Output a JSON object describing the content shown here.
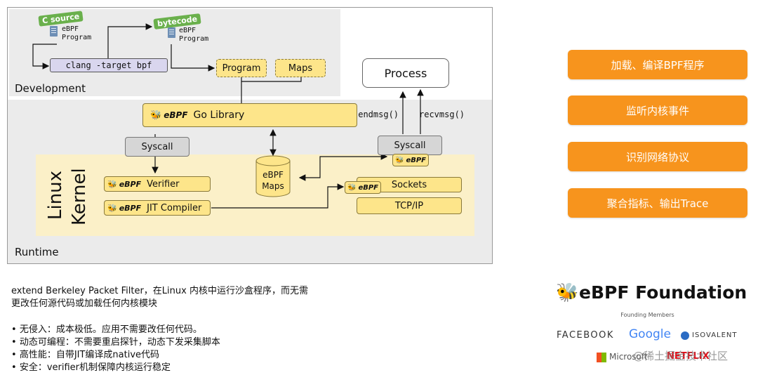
{
  "diagram": {
    "regions": {
      "development": "Development",
      "runtime": "Runtime",
      "kernel": [
        "Linux",
        "Kernel"
      ]
    },
    "dev": {
      "c_source_tag": "C source",
      "c_source_file": [
        "eBPF",
        "Program"
      ],
      "bytecode_tag": "bytecode",
      "bytecode_file": [
        "eBPF",
        "Program"
      ],
      "clang": "clang -target bpf",
      "program": "Program",
      "maps": "Maps"
    },
    "runtime": {
      "go_library": "Go Library",
      "ebpf_badge": "eBPF",
      "syscall_left": "Syscall",
      "syscall_right": "Syscall",
      "process": "Process",
      "sendmsg": "sendmsg()",
      "recvmsg": "recvmsg()",
      "verifier": "Verifier",
      "jit": "JIT Compiler",
      "maps_cylinder": [
        "eBPF",
        "Maps"
      ],
      "sockets": "Sockets",
      "tcpip": "TCP/IP"
    }
  },
  "actions": [
    "加载、编译BPF程序",
    "监听内核事件",
    "识别网络协议",
    "聚合指标、输出Trace"
  ],
  "description": [
    "extend Berkeley Packet Filter，在Linux 内核中运行沙盒程序，而无需",
    "更改任何源代码或加载任何内核模块"
  ],
  "bullets": [
    "无侵入：成本极低。应用不需要改任何代码。",
    "动态可编程：不需要重启探针，动态下发采集脚本",
    "高性能：自带JIT编译成native代码",
    "安全：verifier机制保障内核运行稳定"
  ],
  "foundation": {
    "title": "eBPF Foundation",
    "members_label": "Founding Members",
    "members": [
      "FACEBOOK",
      "Google",
      "ISOVALENT",
      "Microsoft",
      "NETFLIX"
    ]
  },
  "watermark": "@稀土掘金技术社区",
  "colors": {
    "accent_orange": "#f7941d",
    "kernel_yellow": "#fbf0c8",
    "box_yellow": "#fde58a",
    "tag_green": "#6ab04c",
    "clang_lavender": "#d9d6ee"
  }
}
